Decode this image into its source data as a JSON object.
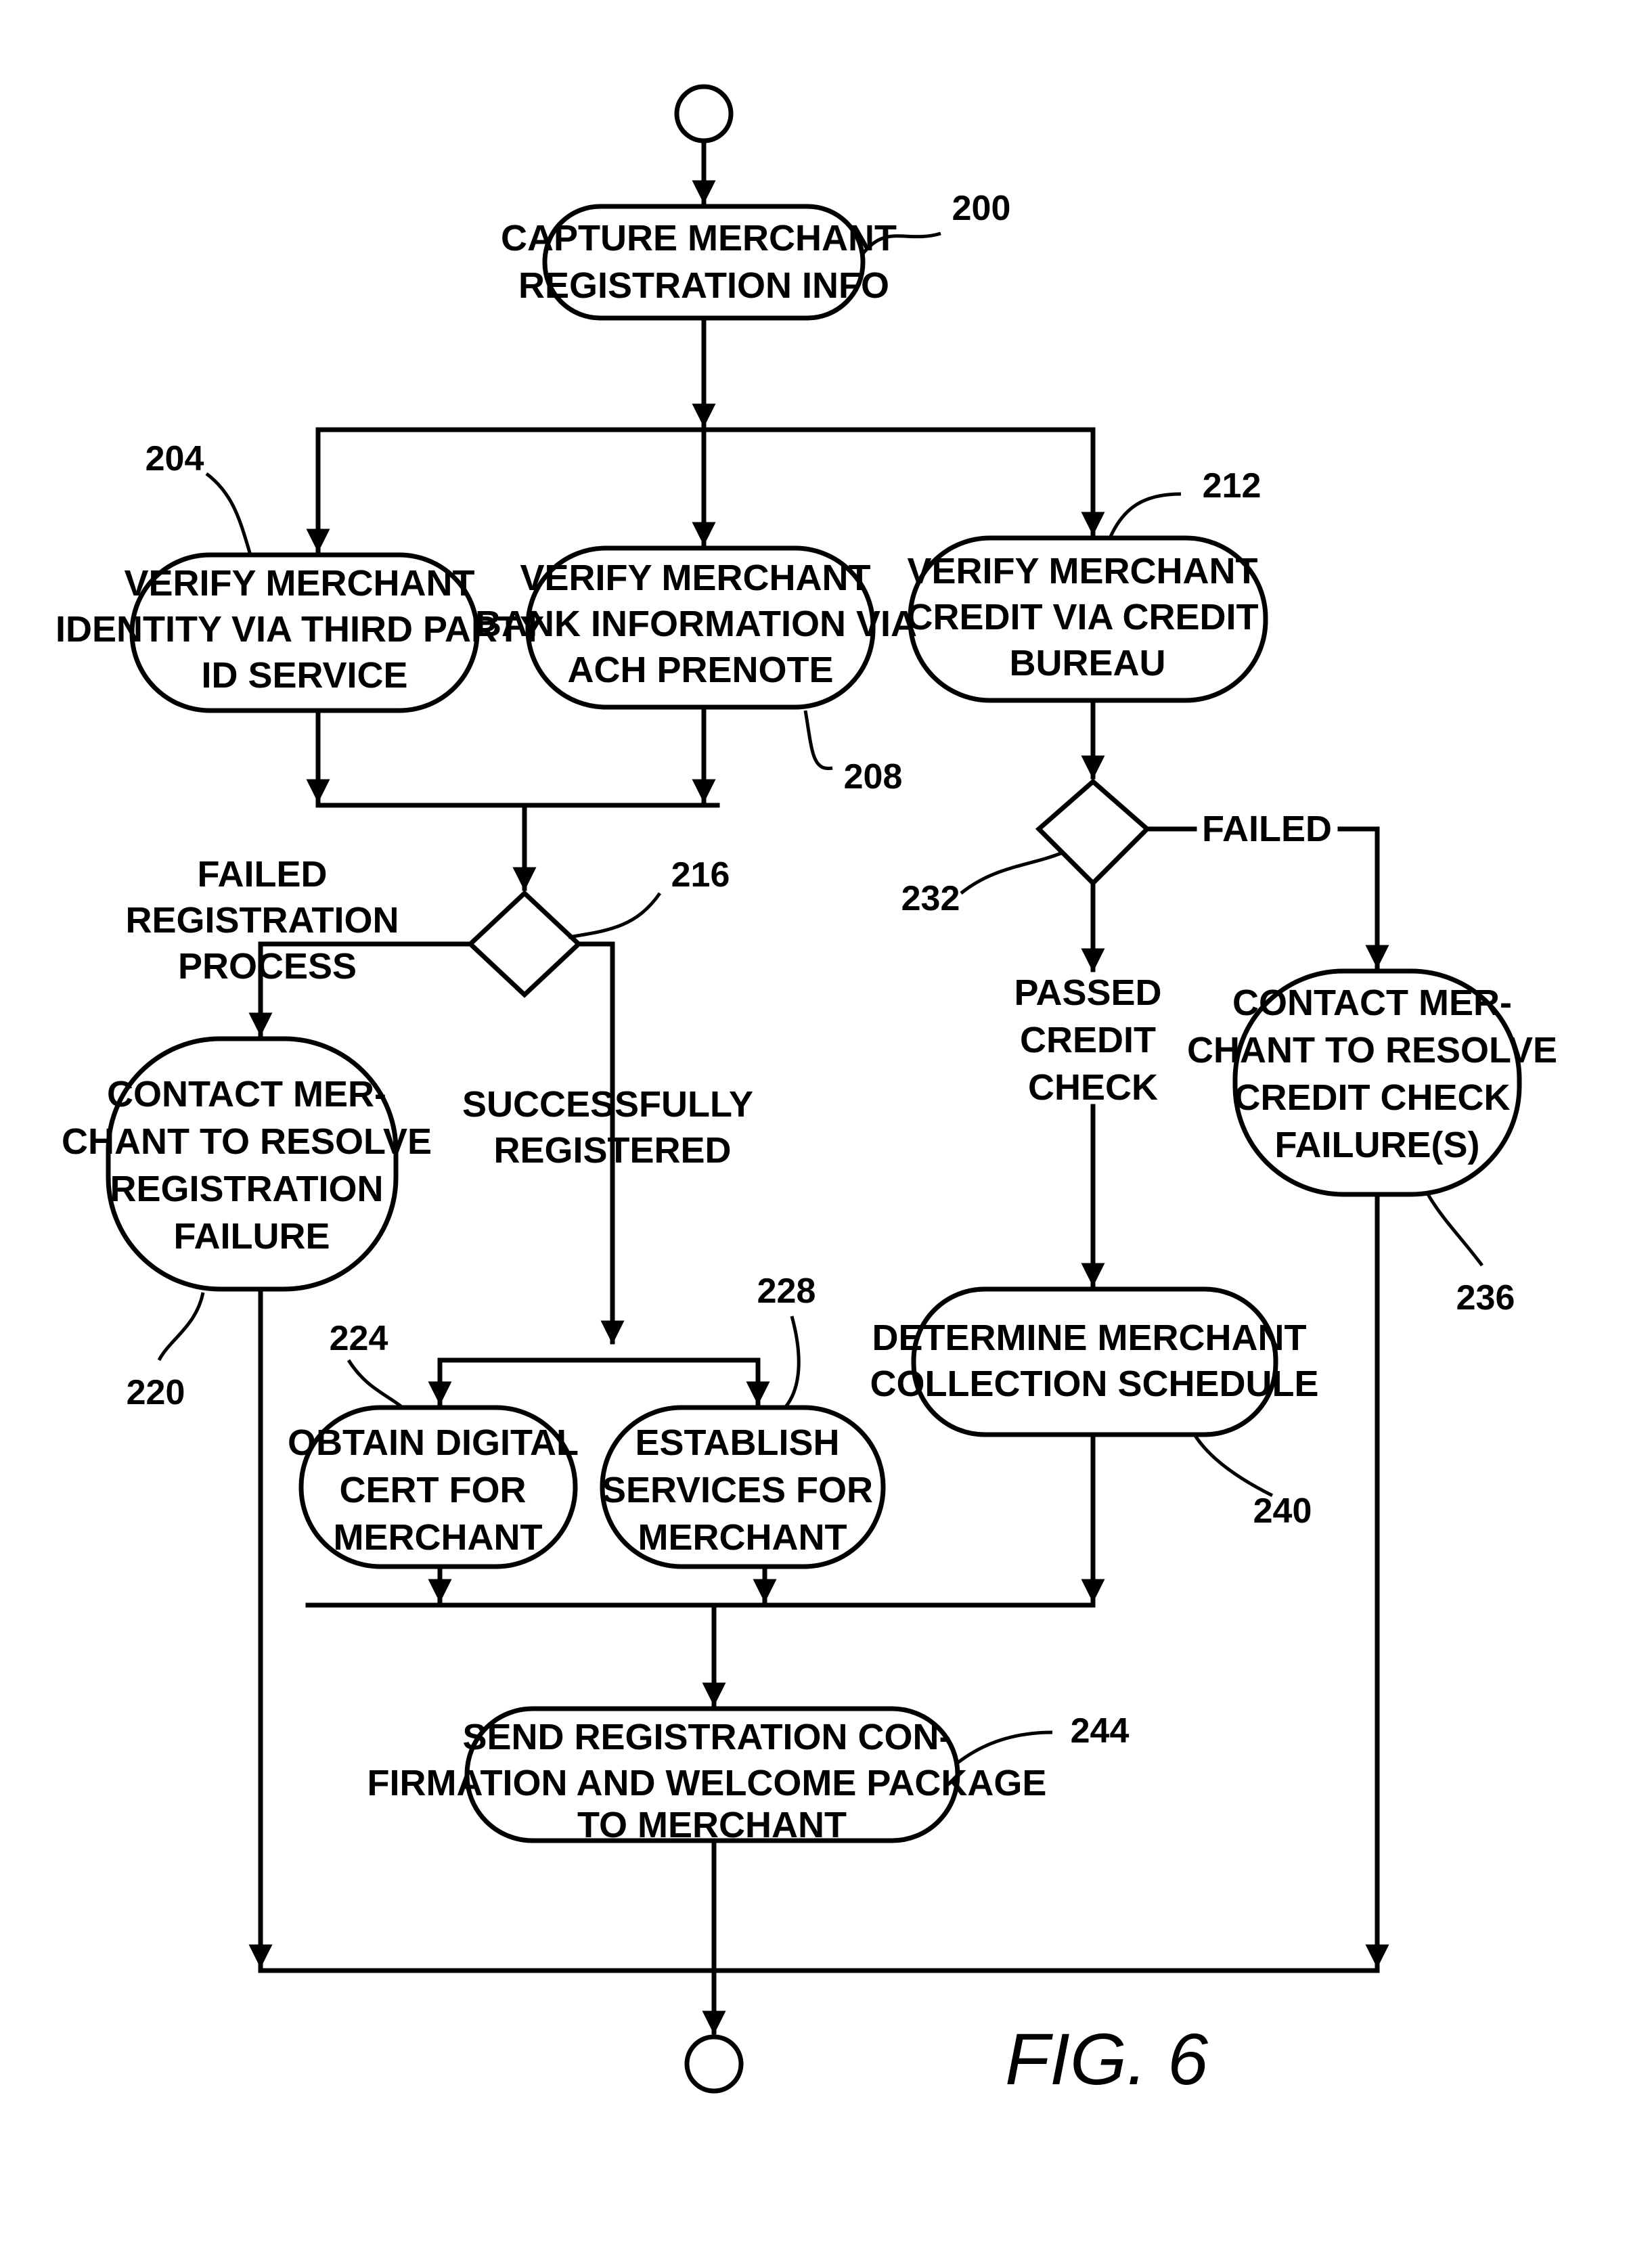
{
  "figure_label": "FIG. 6",
  "nodes": {
    "capture": {
      "ref": "200",
      "lines": [
        "CAPTURE MERCHANT",
        "REGISTRATION INFO"
      ]
    },
    "verify_identity": {
      "ref": "204",
      "lines": [
        "VERIFY MERCHANT",
        "IDENTITY VIA THIRD PARTY",
        "ID SERVICE"
      ]
    },
    "verify_bank": {
      "ref": "208",
      "lines": [
        "VERIFY MERCHANT",
        "BANK INFORMATION VIA",
        "ACH PRENOTE"
      ]
    },
    "verify_credit": {
      "ref": "212",
      "lines": [
        "VERIFY MERCHANT",
        "CREDIT VIA CREDIT",
        "BUREAU"
      ]
    },
    "registration_decision": {
      "ref": "216"
    },
    "contact_registration": {
      "ref": "220",
      "lines": [
        "CONTACT MER-",
        "CHANT TO RESOLVE",
        "REGISTRATION",
        "FAILURE"
      ]
    },
    "obtain_cert": {
      "ref": "224",
      "lines": [
        "OBTAIN DIGITAL",
        "CERT FOR",
        "MERCHANT"
      ]
    },
    "establish_services": {
      "ref": "228",
      "lines": [
        "ESTABLISH",
        "SERVICES FOR",
        "MERCHANT"
      ]
    },
    "credit_decision": {
      "ref": "232"
    },
    "contact_credit": {
      "ref": "236",
      "lines": [
        "CONTACT MER-",
        "CHANT TO RESOLVE",
        "CREDIT CHECK",
        "FAILURE(S)"
      ]
    },
    "collection_schedule": {
      "ref": "240",
      "lines": [
        "DETERMINE MERCHANT",
        "COLLECTION SCHEDULE"
      ]
    },
    "send_confirmation": {
      "ref": "244",
      "lines": [
        "SEND REGISTRATION CON-",
        "FIRMATION AND WELCOME PACKAGE",
        "TO MERCHANT"
      ]
    }
  },
  "edge_labels": {
    "failed_registration": [
      "FAILED",
      "REGISTRATION",
      "PROCESS"
    ],
    "successfully_registered": [
      "SUCCESSFULLY",
      "REGISTERED"
    ],
    "failed_credit": "FAILED",
    "passed_credit": [
      "PASSED",
      "CREDIT",
      "CHECK"
    ]
  }
}
